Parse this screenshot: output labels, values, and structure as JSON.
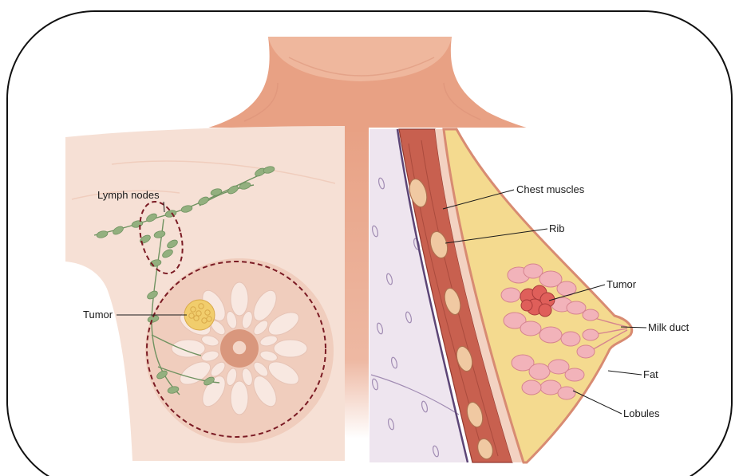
{
  "labels": {
    "front_view": {
      "lymph_nodes": "Lymph nodes",
      "tumor": "Tumor"
    },
    "cross_section": {
      "chest_muscles": "Chest muscles",
      "rib": "Rib",
      "tumor": "Tumor",
      "milk_duct": "Milk duct",
      "fat": "Fat",
      "lobules": "Lobules"
    }
  },
  "colors": {
    "frame": "#111111",
    "label_text": "#1a1a1a",
    "skin": "#e8a184",
    "chin": "#efb79d",
    "skin_light": "#f6e0d5",
    "breast_shade": "#f0cdbd",
    "areola": "#d9977d",
    "nipple": "#f4d6c8",
    "lobe_front": "#f8e8e1",
    "lobe_front_edge": "#e6c3b5",
    "dashed_outline": "#7b1b24",
    "lymph_node": "#93b07f",
    "lymph_vessel": "#6f9260",
    "tumor_front": "#f1cd6c",
    "tumor_front_edge": "#d9a94a",
    "lung": "#eee5ef",
    "lung_border": "#5c4576",
    "lung_dot": "#a18cb3",
    "muscle": "#c8604f",
    "muscle_edge": "#933a30",
    "rib": "#f0c9a2",
    "rib_edge": "#b07050",
    "fascia": "#f3d2c2",
    "fat": "#f4da8f",
    "skin_edge": "#d88b72",
    "lobule": "#f2b3ba",
    "lobule_edge": "#d6848f",
    "tumor_cross": "#df5f5a",
    "tumor_cross_edge": "#a83a3a"
  }
}
